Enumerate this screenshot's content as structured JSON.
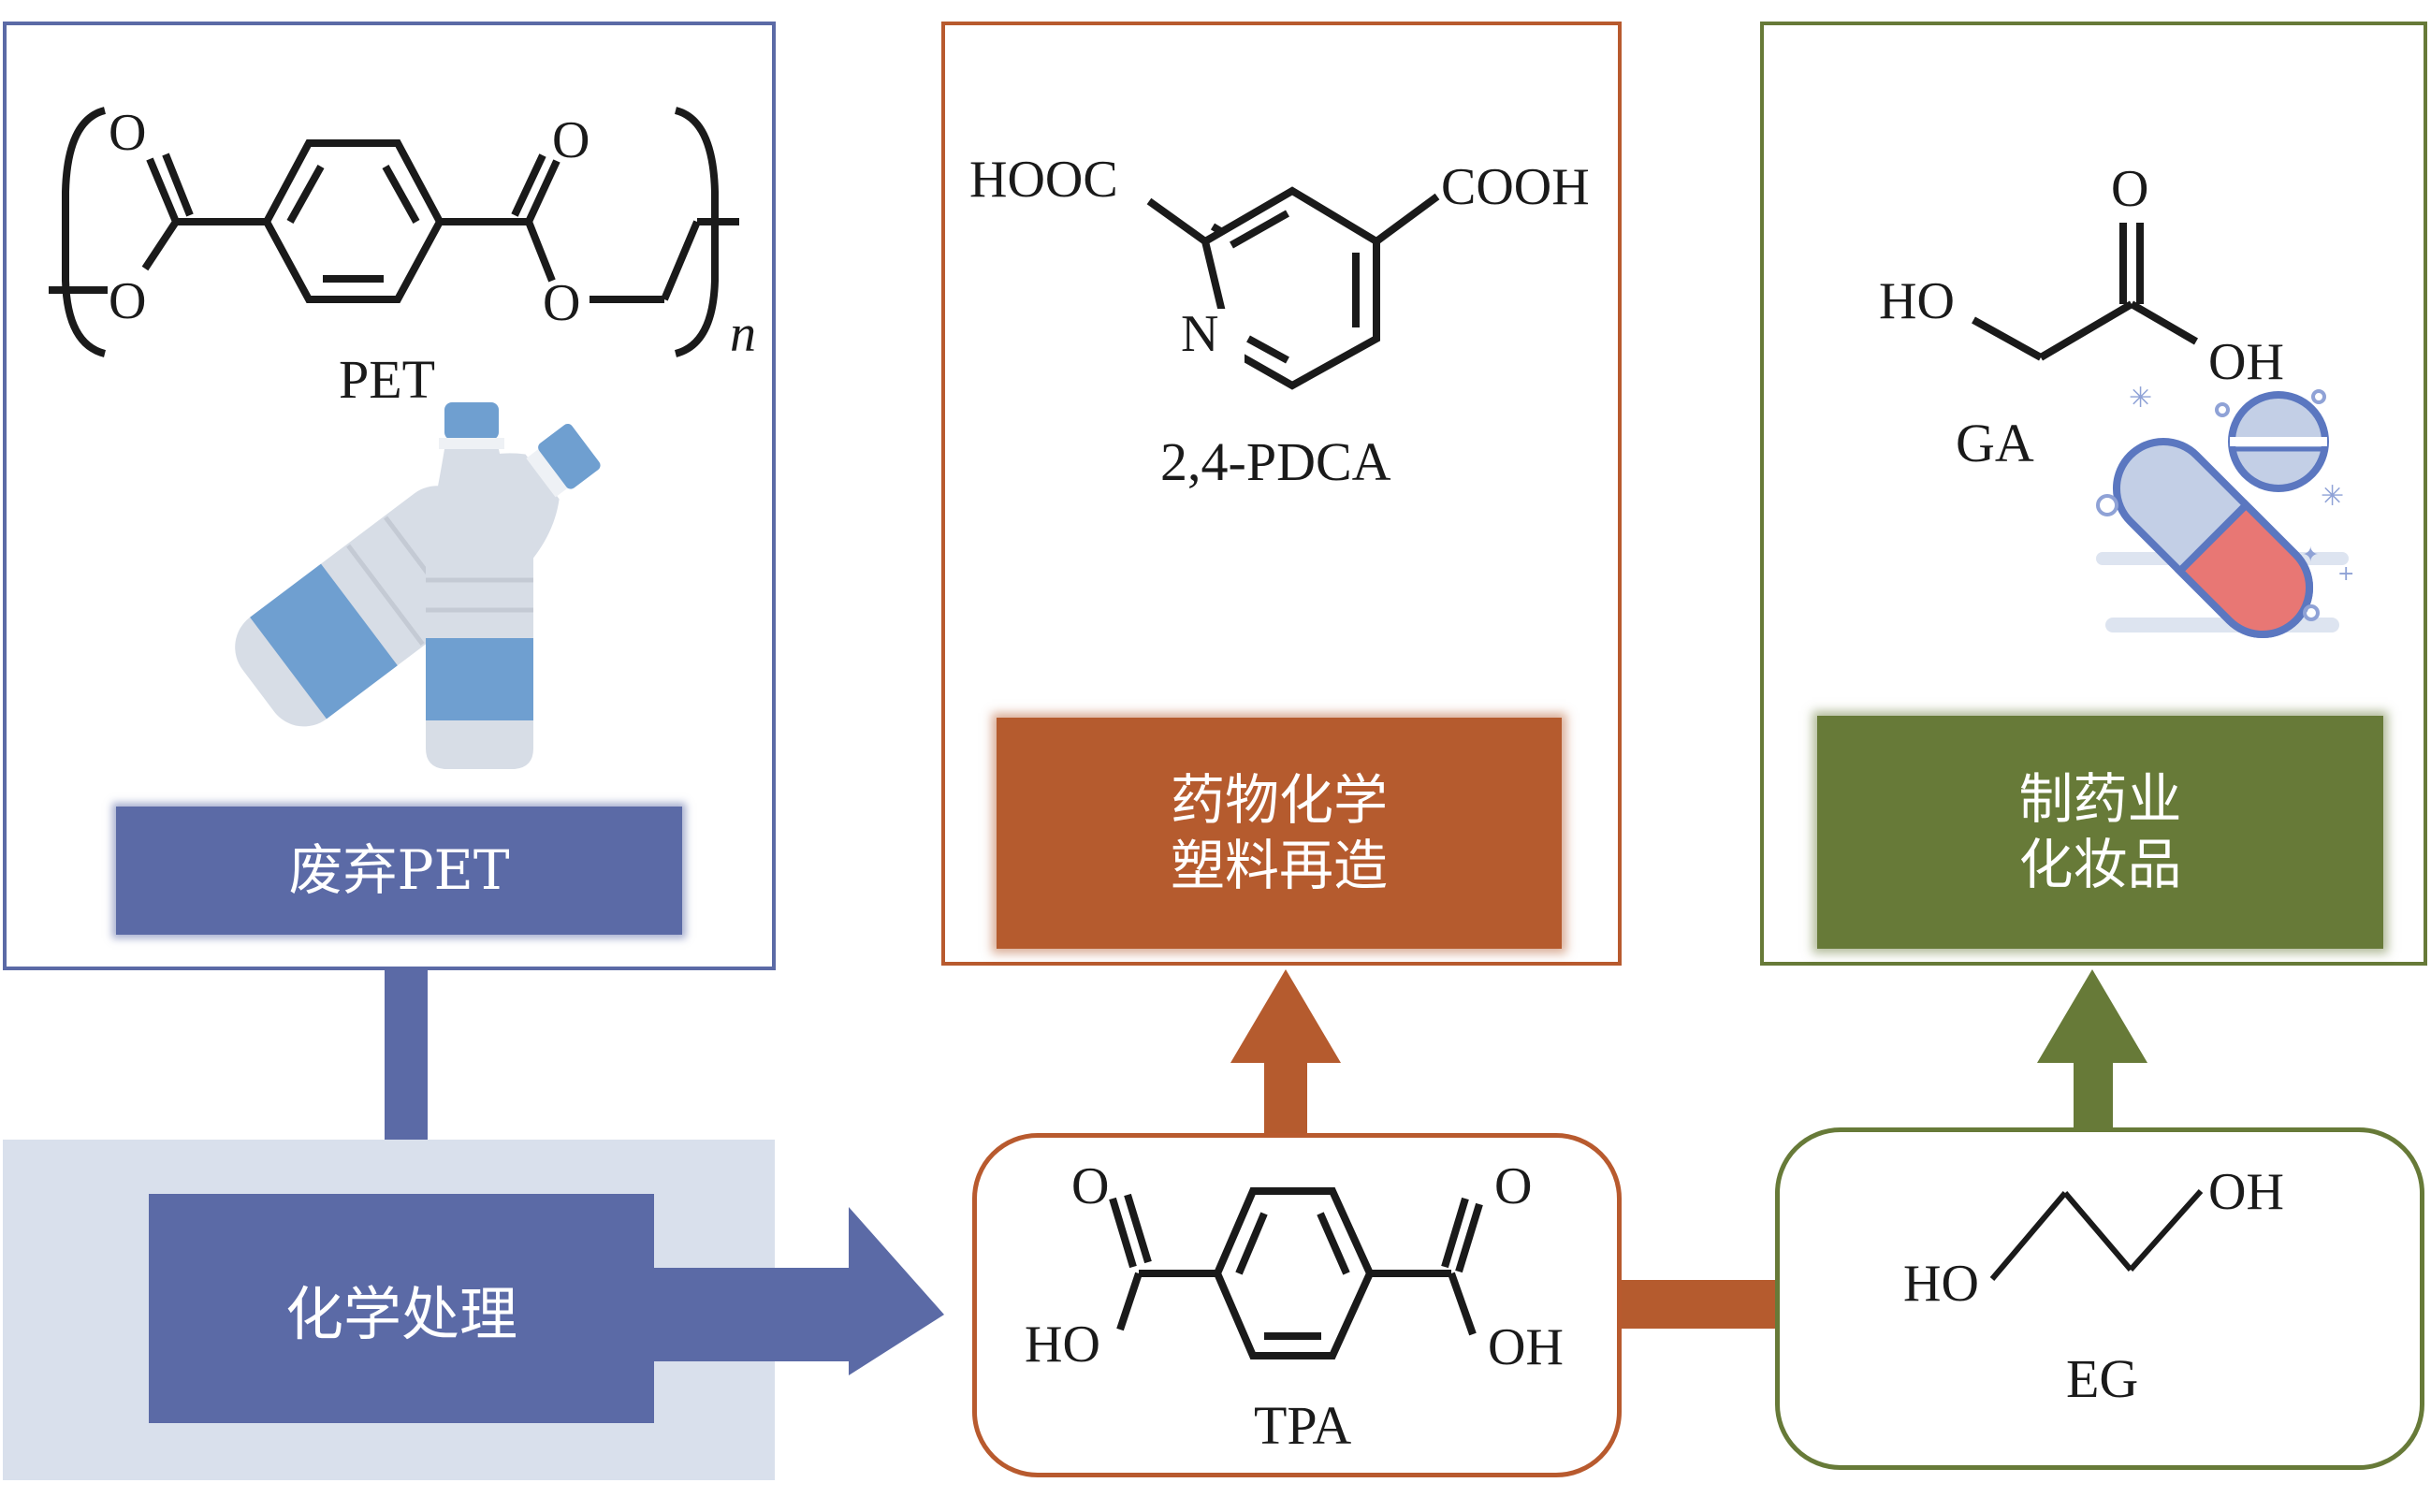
{
  "diagram": {
    "title": "PET chemical recycling pathway",
    "colors": {
      "pet_blue": "#5b6aa6",
      "process_bg": "#d9e0ec",
      "tpa_orange": "#b55b2e",
      "eg_green": "#677a38",
      "bottle_blue": "#6f9fd0",
      "pill_red": "#e87774"
    },
    "pet_panel": {
      "molecule_name": "PET",
      "repeat_subscript": "n",
      "atoms": {
        "o_carbonyl_left": "O",
        "o_ester_left": "O",
        "o_carbonyl_right": "O",
        "o_ester_right": "O"
      },
      "illustration": "plastic-bottles-icon",
      "label": "废弃PET"
    },
    "process": {
      "label": "化学处理"
    },
    "tpa_product_panel": {
      "molecule_name": "2,4-PDCA",
      "atoms": {
        "left_group": "HOOC",
        "right_group": "COOH",
        "ring_n": "N"
      },
      "label_lines": [
        "药物化学",
        "塑料再造"
      ]
    },
    "eg_product_panel": {
      "molecule_name": "GA",
      "atoms": {
        "carbonyl_o": "O",
        "left_group": "HO",
        "right_group": "OH"
      },
      "illustration": "pills-icon",
      "label_lines": [
        "制药业",
        "化妆品"
      ]
    },
    "tpa_node": {
      "molecule_name": "TPA",
      "atoms": {
        "o_left": "O",
        "o_right": "O",
        "ho_left": "HO",
        "oh_right": "OH"
      }
    },
    "eg_node": {
      "molecule_name": "EG",
      "atoms": {
        "ho_left": "HO",
        "oh_right": "OH"
      }
    }
  }
}
